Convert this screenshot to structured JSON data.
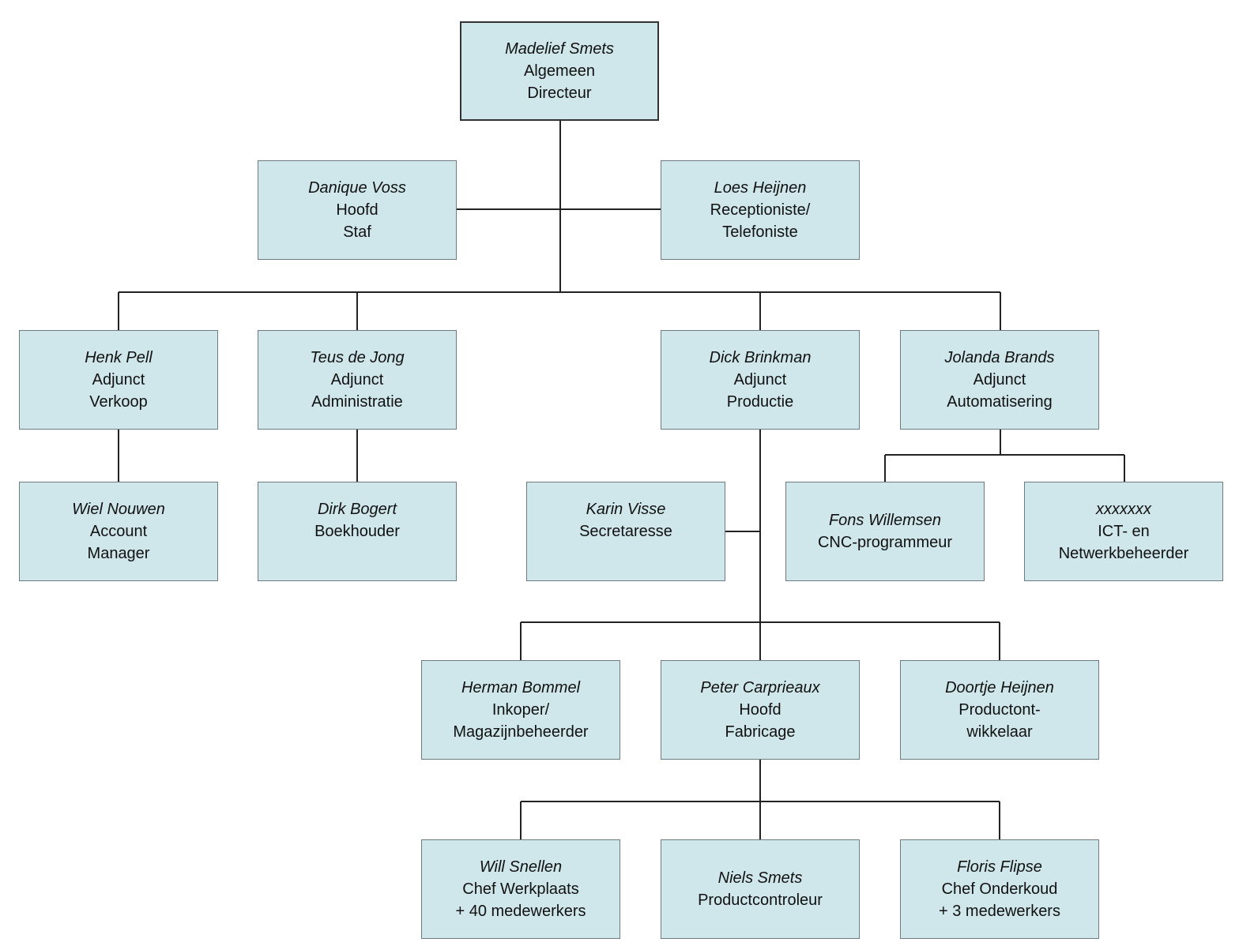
{
  "nodes": {
    "smets_m": {
      "name": "Madelief Smets",
      "l1": "Algemeen",
      "l2": "Directeur"
    },
    "voss": {
      "name": "Danique Voss",
      "l1": "Hoofd",
      "l2": "Staf"
    },
    "heijnen_l": {
      "name": "Loes Heijnen",
      "l1": "Receptioniste/",
      "l2": "Telefoniste"
    },
    "pell": {
      "name": "Henk Pell",
      "l1": "Adjunct",
      "l2": "Verkoop"
    },
    "dejong": {
      "name": "Teus de Jong",
      "l1": "Adjunct",
      "l2": "Administratie"
    },
    "brinkman": {
      "name": "Dick Brinkman",
      "l1": "Adjunct",
      "l2": "Productie"
    },
    "brands": {
      "name": "Jolanda Brands",
      "l1": "Adjunct",
      "l2": "Automatisering"
    },
    "nouwen": {
      "name": "Wiel Nouwen",
      "l1": "Account",
      "l2": "Manager"
    },
    "bogert": {
      "name": "Dirk Bogert",
      "l1": "Boekhouder",
      "l2": ""
    },
    "visse": {
      "name": "Karin Visse",
      "l1": "Secretaresse",
      "l2": ""
    },
    "willemsen": {
      "name": "Fons Willemsen",
      "l1": "CNC-programmeur",
      "l2": ""
    },
    "xxx": {
      "name": "xxxxxxx",
      "l1": "ICT- en",
      "l2": "Netwerkbeheerder"
    },
    "bommel": {
      "name": "Herman Bommel",
      "l1": "Inkoper/",
      "l2": "Magazijnbeheerder"
    },
    "carprieaux": {
      "name": "Peter Carprieaux",
      "l1": "Hoofd",
      "l2": "Fabricage"
    },
    "heijnen_d": {
      "name": "Doortje Heijnen",
      "l1": "Productont-",
      "l2": "wikkelaar"
    },
    "snellen": {
      "name": "Will Snellen",
      "l1": "Chef Werkplaats",
      "l2": "+ 40 medewerkers"
    },
    "smets_n": {
      "name": "Niels Smets",
      "l1": "Productcontroleur",
      "l2": ""
    },
    "flipse": {
      "name": "Floris Flipse",
      "l1": "Chef Onderkoud",
      "l2": "+ 3 medewerkers"
    }
  },
  "colors": {
    "box_fill": "#cfe7ea",
    "box_border": "#6b7b7f",
    "connector": "#222222"
  }
}
